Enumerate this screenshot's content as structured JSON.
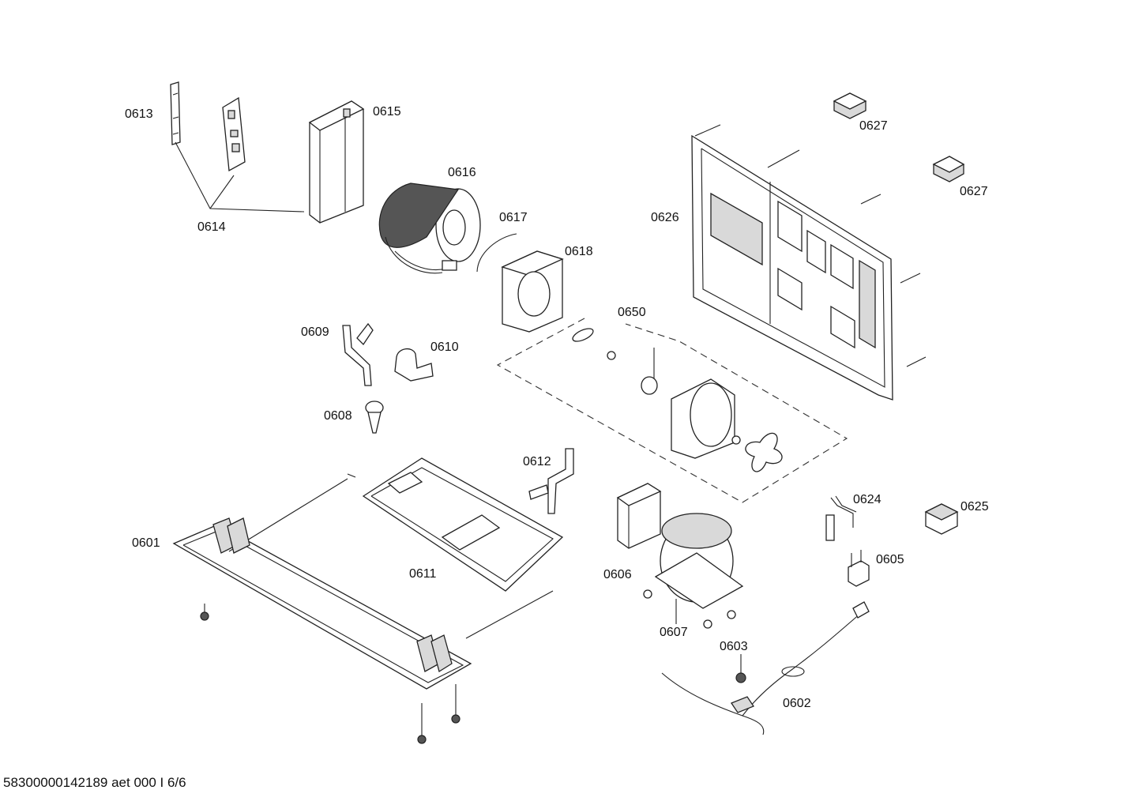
{
  "labels": {
    "p0601": "0601",
    "p0602": "0602",
    "p0603": "0603",
    "p0605": "0605",
    "p0606": "0606",
    "p0607": "0607",
    "p0608": "0608",
    "p0609": "0609",
    "p0610": "0610",
    "p0611": "0611",
    "p0612": "0612",
    "p0613": "0613",
    "p0614": "0614",
    "p0615": "0615",
    "p0616": "0616",
    "p0617": "0617",
    "p0618": "0618",
    "p0624": "0624",
    "p0625": "0625",
    "p0626": "0626",
    "p0627a": "0627",
    "p0627b": "0627",
    "p0650": "0650"
  },
  "footer": {
    "code": "58300000142189 aet 000 I 6/6"
  },
  "colors": {
    "line": "#222222",
    "fill": "#ffffff",
    "shade": "#d9d9d9"
  }
}
